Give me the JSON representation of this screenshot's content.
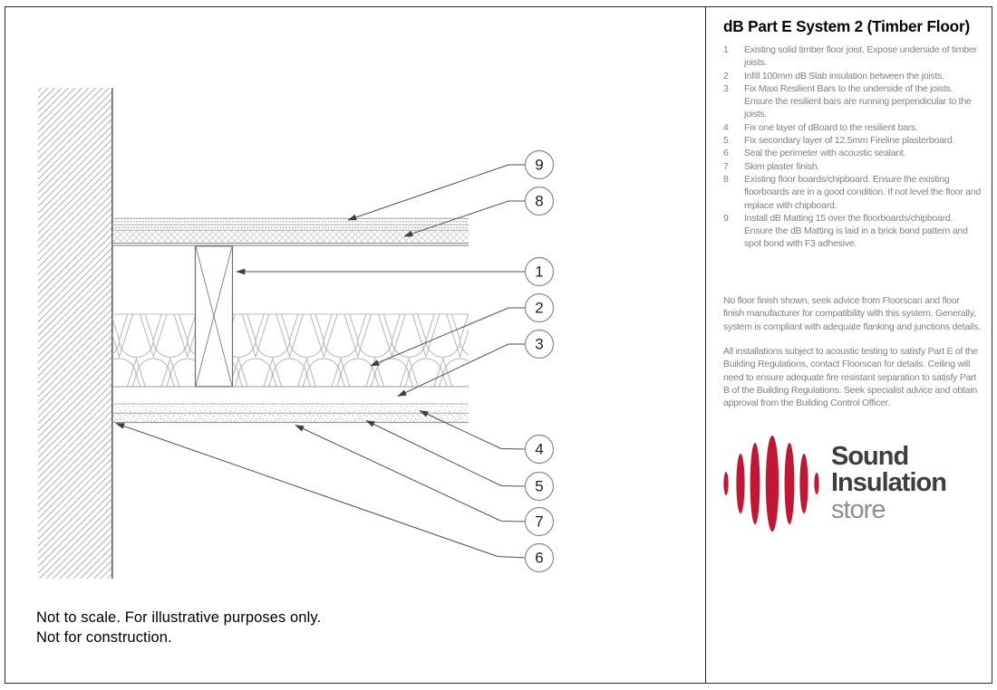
{
  "drawing": {
    "callouts": [
      {
        "label": "9"
      },
      {
        "label": "8"
      },
      {
        "label": "1"
      },
      {
        "label": "2"
      },
      {
        "label": "3"
      },
      {
        "label": "4"
      },
      {
        "label": "5"
      },
      {
        "label": "7"
      },
      {
        "label": "6"
      }
    ],
    "footnote": {
      "line1": "Not to scale. For illustrative purposes only.",
      "line2": "Not for construction."
    }
  },
  "panel": {
    "title": "dB Part E System 2 (Timber Floor)",
    "notes": [
      {
        "num": "1",
        "text": "Existing solid timber floor joist. Expose underside of timber joists."
      },
      {
        "num": "2",
        "text": "Infill 100mm dB Slab insulation between the joists."
      },
      {
        "num": "3",
        "text": "Fix Maxi Resilient Bars to the underside of the joists. Ensure the resilient bars are running perpendicular to the joists."
      },
      {
        "num": "4",
        "text": "Fix one layer of dBoard to the resilient bars."
      },
      {
        "num": "5",
        "text": "Fix secondary layer of 12.5mm Fireline plasterboard."
      },
      {
        "num": "6",
        "text": "Seal the perimeter with acoustic sealant."
      },
      {
        "num": "7",
        "text": "Skim plaster finish."
      },
      {
        "num": "8",
        "text": "Existing floor boards/chipboard. Ensure the existing floorboards are in a good condition. If not level the floor and replace with chipboard."
      },
      {
        "num": "9",
        "text": "Install dB Matting 15 over the floorboards/chipboard. Ensure the dB Matting is laid in a brick bond pattern and spot bond with F3 adhesive."
      }
    ],
    "paragraphs": {
      "p1": "No floor finish shown, seek advice from Floorscan and floor finish manufacturer for compatibility with this system. Generally, system is compliant with adequate flanking and junctions details.",
      "p2": "All installations subject to acoustic testing to satisfy Part E of the Building Regulations, contact Floorscan for details. Ceiling will need to ensure adequate fire resistant separation to satisfy Part B of the Building Regulations. Seek specialist advice and obtain approval from the Building Control Officer."
    },
    "logo": {
      "word1": "Sound",
      "word2": "Insulation",
      "word3": "store",
      "accent": "#c01735"
    }
  }
}
